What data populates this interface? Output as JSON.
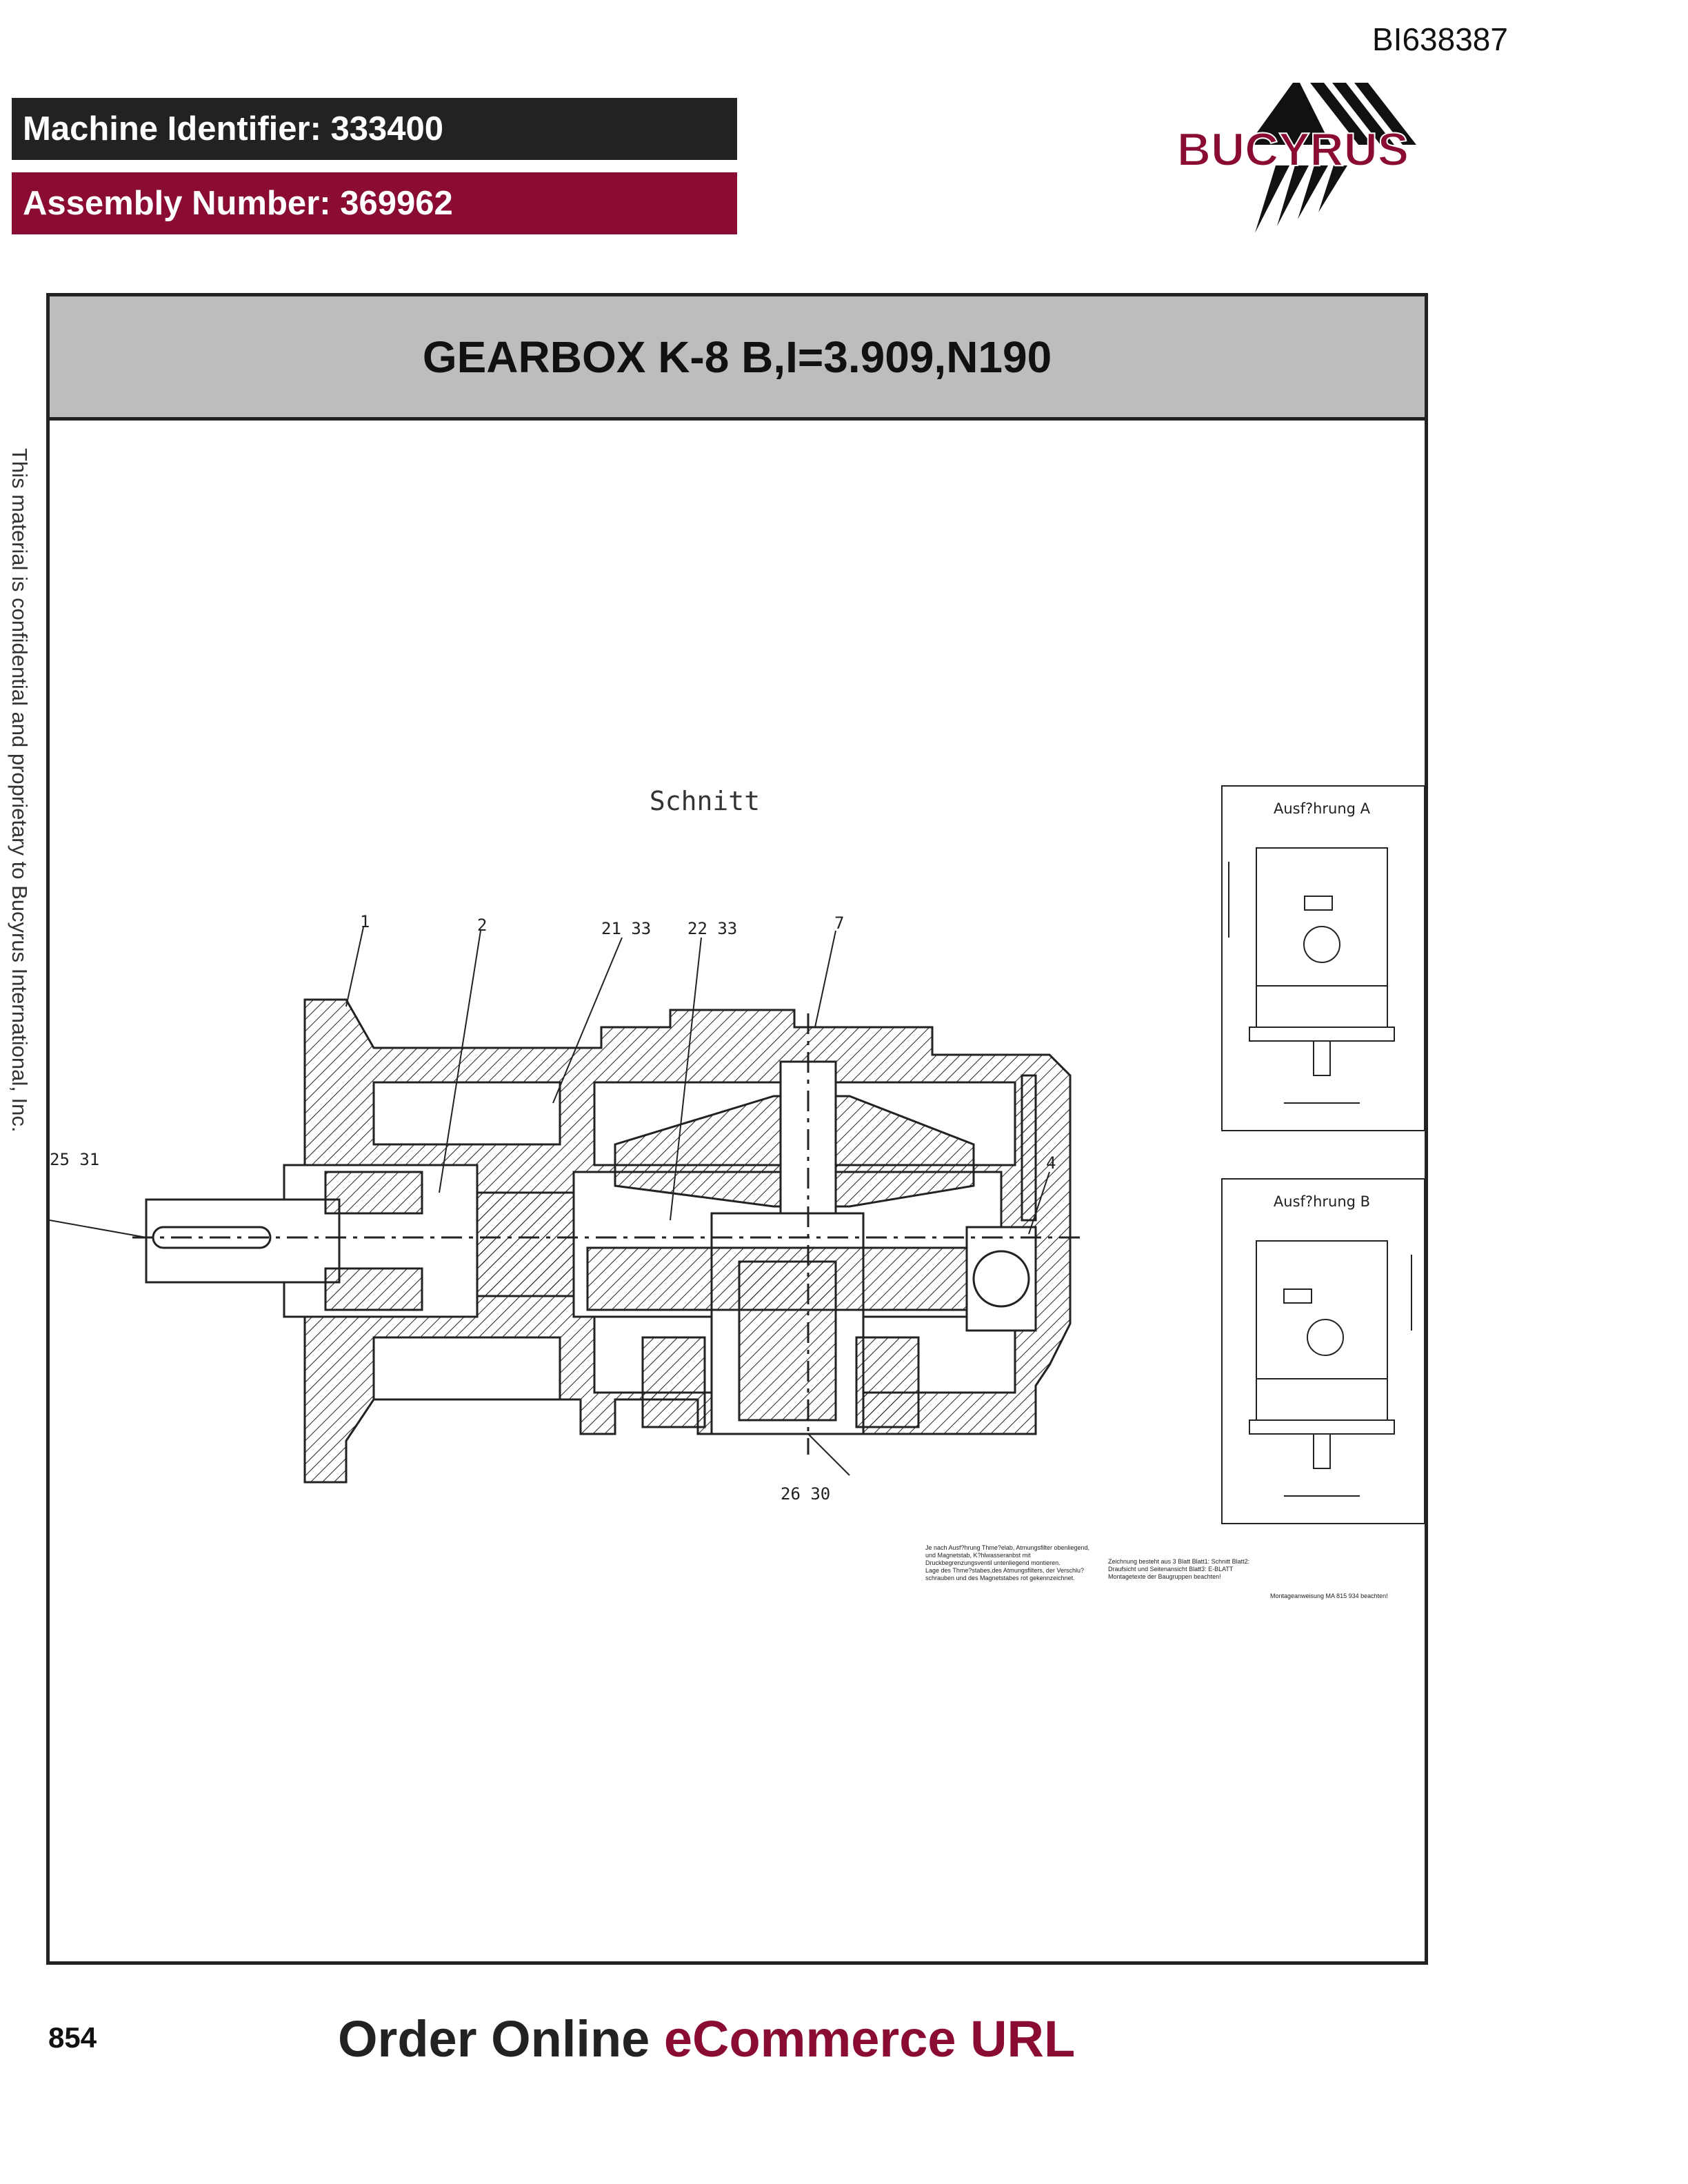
{
  "doc_id": "BI638387",
  "header": {
    "machine_identifier": "Machine Identifier: 333400",
    "assembly_number": "Assembly Number: 369962"
  },
  "logo": {
    "text": "BUCYRUS",
    "icon": "bucyrus-logo-icon"
  },
  "side_note": "This material is confidential and proprietary to Bucyrus International, Inc.",
  "title": "GEARBOX K-8 B,I=3.909,N190",
  "drawing": {
    "section_label": "Schnitt",
    "callouts": [
      "1",
      "2",
      "21 33",
      "22 33",
      "7",
      "25 31",
      "4",
      "26  30"
    ],
    "view_a": "Ausf?hrung  A",
    "view_b": "Ausf?hrung  B",
    "notes": [
      "Je nach Ausf?hrung Thme?elab, Atmungsfilter obenliegend, und Magnetstab, K?hlwasseranbst mit Druckbegrenzungsventil untenliegend montieren.",
      "Lage des Thme?stabes,des Atmungsfilters, der Verschlu?schrauben und des Magnetstabes rot gekennzeichnet.",
      "Zeichnung besteht aus 3 Blatt Blatt1: Schnitt Blatt2: Draufsicht und Seitenansicht Blatt3: E-BLATT",
      "Montagetexte der Baugruppen beachten!",
      "Montageanweisung MA 815 934 beachten!"
    ]
  },
  "footer": {
    "page_number": "854",
    "order_dark": "Order Online ",
    "order_accent": "eCommerce URL"
  },
  "colors": {
    "accent": "#8a0c33",
    "dark_bar": "#222222",
    "title_band": "#bdbdbd"
  }
}
